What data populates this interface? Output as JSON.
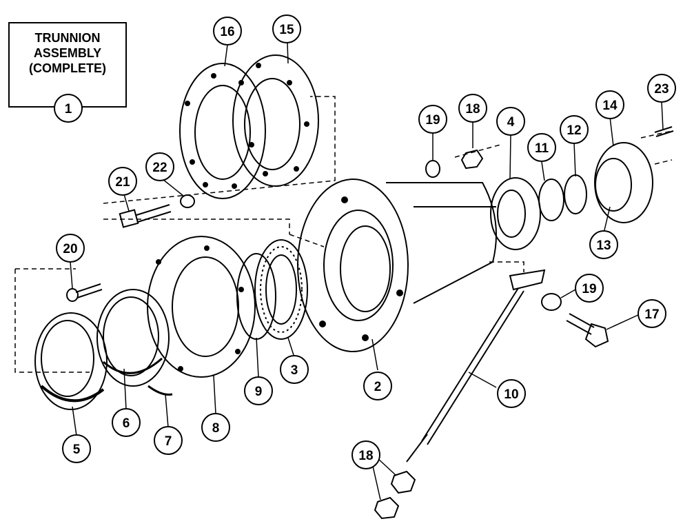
{
  "title": {
    "lines": [
      "TRUNNION",
      "ASSEMBLY",
      "(COMPLETE)"
    ]
  },
  "callouts": [
    "1",
    "2",
    "3",
    "4",
    "5",
    "6",
    "7",
    "8",
    "9",
    "10",
    "11",
    "12",
    "13",
    "14",
    "15",
    "16",
    "17",
    "18",
    "18",
    "19",
    "19",
    "20",
    "21",
    "22",
    "23"
  ],
  "colors": {
    "ink": "#000000",
    "paper": "#ffffff"
  }
}
